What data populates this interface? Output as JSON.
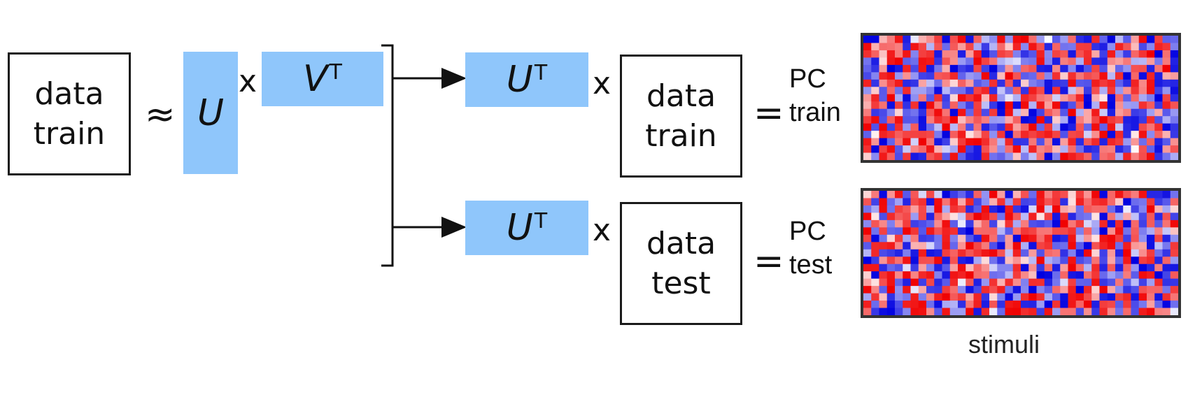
{
  "left": {
    "data_train": "data\ntrain",
    "approx": "≈",
    "u": "U",
    "times": "x",
    "vt": "V",
    "vt_sup": "T"
  },
  "top_row": {
    "ut": "U",
    "ut_sup": "T",
    "times": "x",
    "data_box": "data\ntrain",
    "equals": "=",
    "pc_label": "PC\ntrain"
  },
  "bottom_row": {
    "ut": "U",
    "ut_sup": "T",
    "times": "x",
    "data_box": "data\ntest",
    "equals": "=",
    "pc_label": "PC\ntest"
  },
  "heatmap_axis_label": "stimuli",
  "colors": {
    "blue_block": "#8fc6fb",
    "heat_high": "#f00000",
    "heat_low": "#0000e0",
    "heat_mid": "#ffffff"
  }
}
